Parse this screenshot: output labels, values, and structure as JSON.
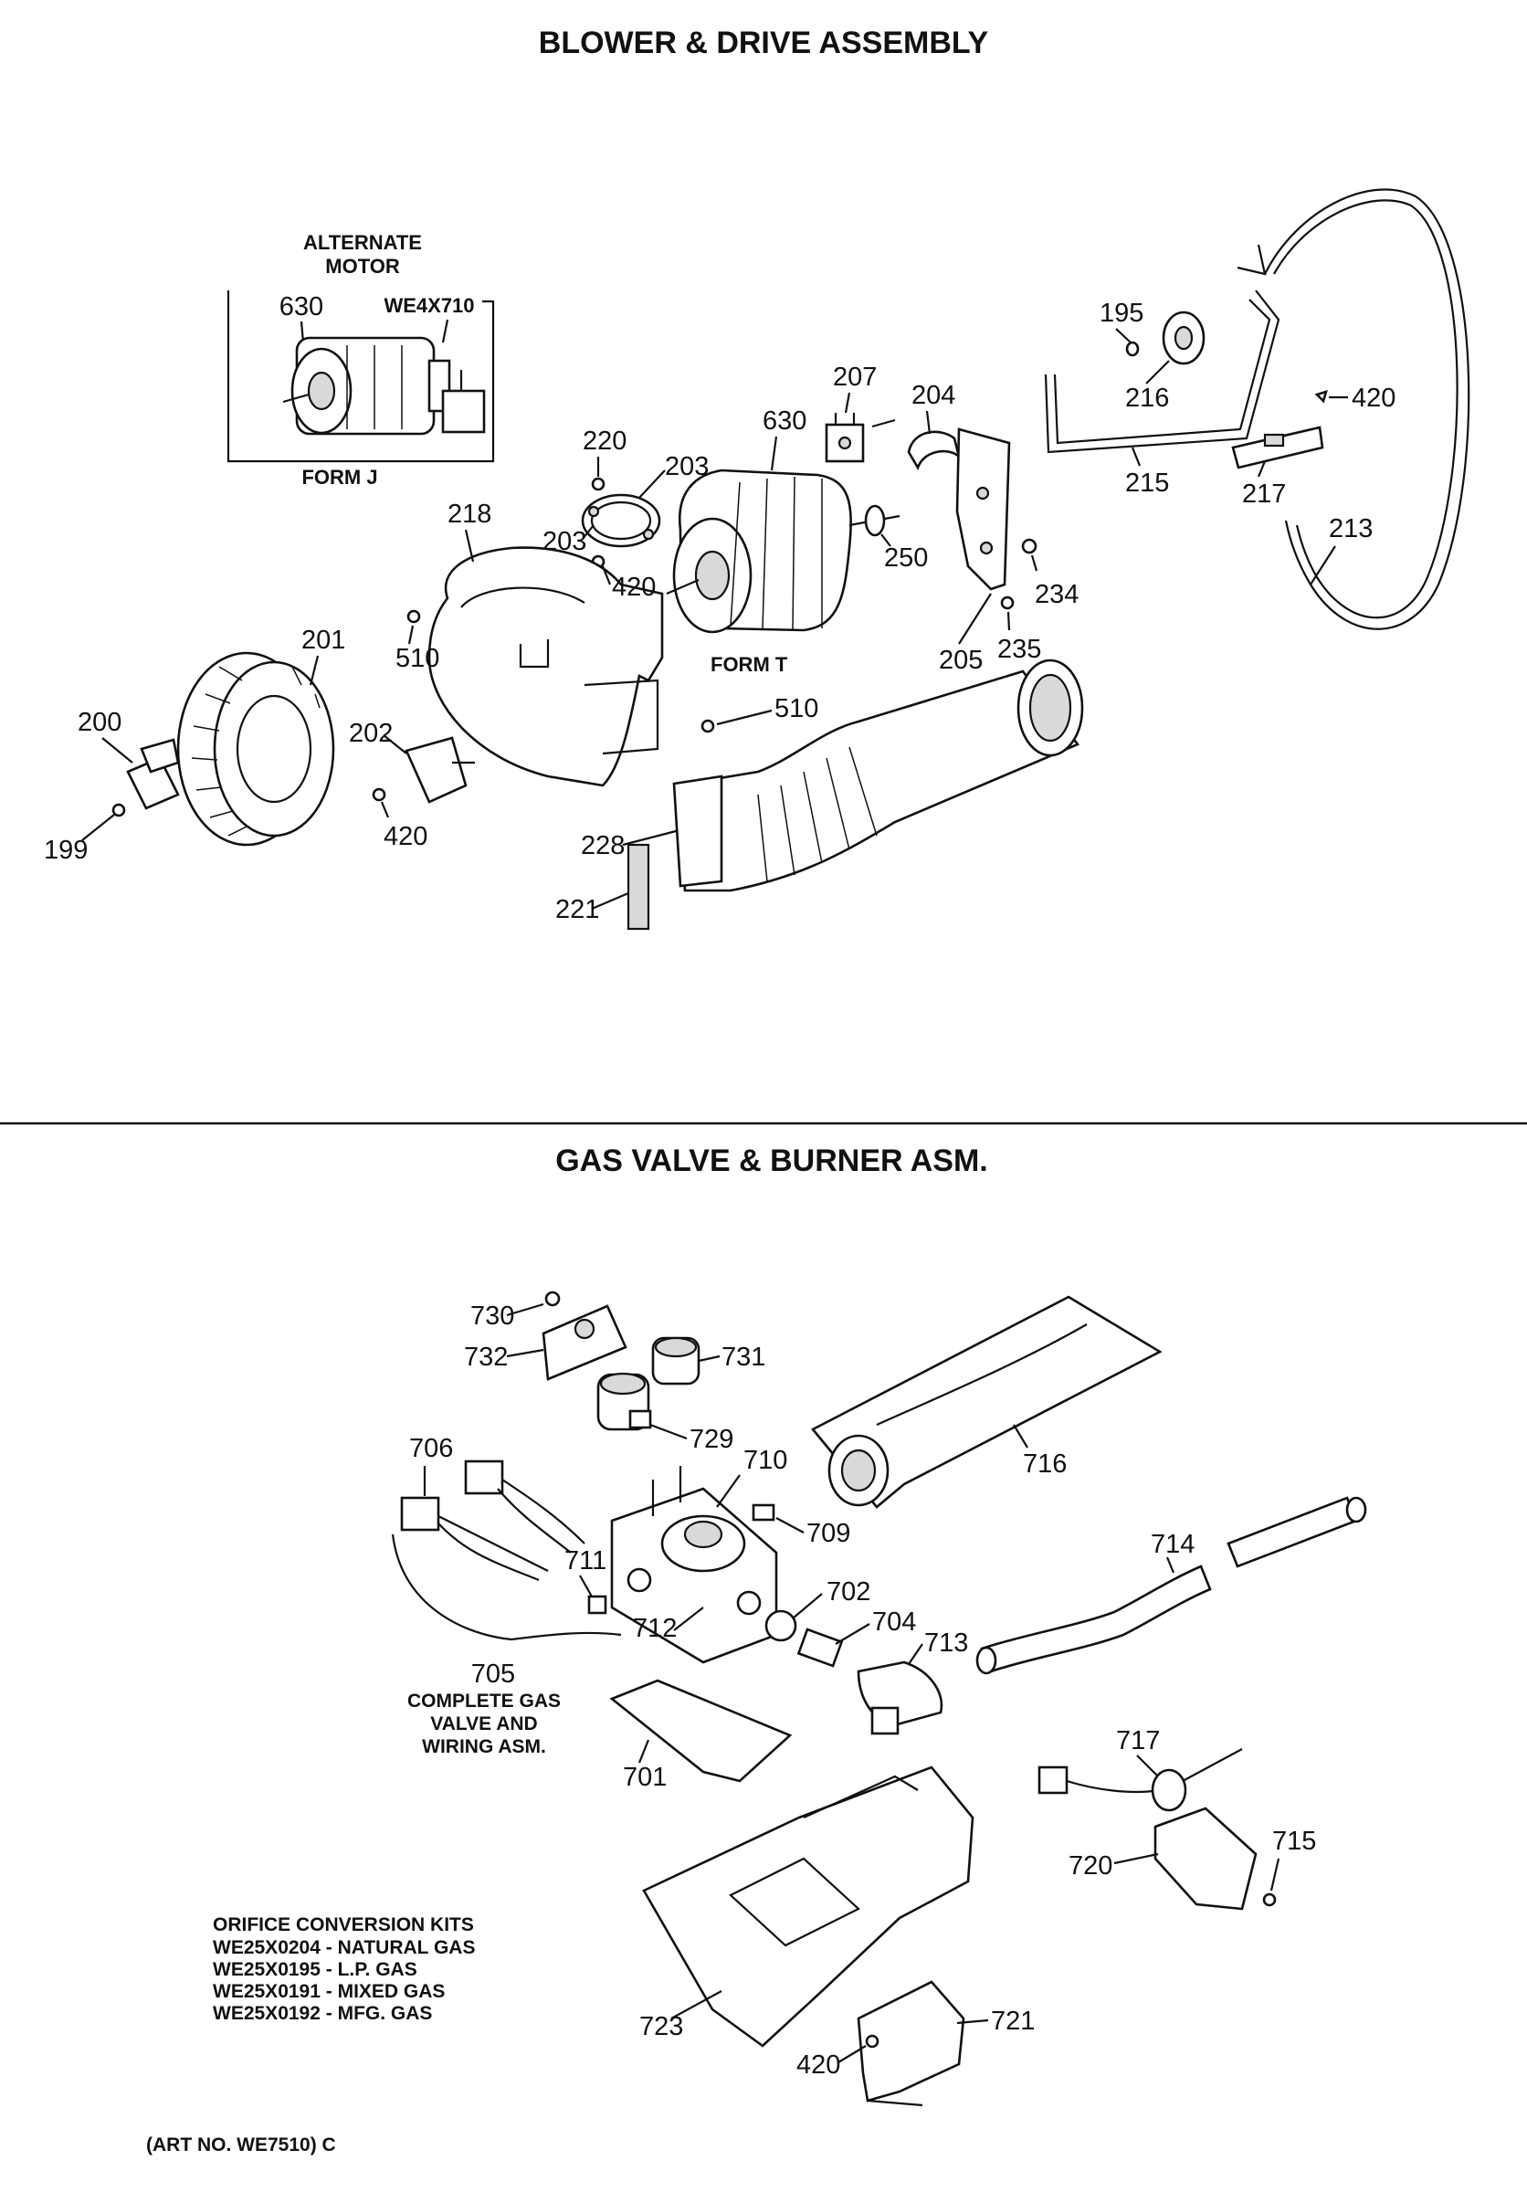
{
  "sections": {
    "blower": {
      "title": "BLOWER & DRIVE ASSEMBLY"
    },
    "gas": {
      "title": "GAS VALVE & BURNER ASM."
    }
  },
  "alternate_motor": {
    "caption_line1": "ALTERNATE",
    "caption_line2": "MOTOR",
    "form": "FORM J",
    "part_number": "WE4X710"
  },
  "form_t": "FORM T",
  "callouts": {
    "c630a": "630",
    "c195": "195",
    "c207": "207",
    "c204": "204",
    "c216": "216",
    "c420a": "420",
    "c220": "220",
    "c203a": "203",
    "c630b": "630",
    "c215": "215",
    "c217": "217",
    "c218": "218",
    "c203b": "203",
    "c250": "250",
    "c420b": "420",
    "c213": "213",
    "c234": "234",
    "c201": "201",
    "c510a": "510",
    "c205": "205",
    "c235": "235",
    "c510b": "510",
    "c200": "200",
    "c202": "202",
    "c199": "199",
    "c420c": "420",
    "c228": "228",
    "c221": "221",
    "c730": "730",
    "c732": "732",
    "c731": "731",
    "c729": "729",
    "c716": "716",
    "c706": "706",
    "c710": "710",
    "c709": "709",
    "c714": "714",
    "c711": "711",
    "c702": "702",
    "c704": "704",
    "c713": "713",
    "c712": "712",
    "c705": "705",
    "c701": "701",
    "c717": "717",
    "c715": "715",
    "c720": "720",
    "c723": "723",
    "c721": "721",
    "c420d": "420"
  },
  "complete_gas_valve": [
    "COMPLETE GAS",
    "VALVE AND",
    "WIRING ASM."
  ],
  "orifice_kits": {
    "heading": "ORIFICE CONVERSION KITS",
    "items": [
      "WE25X0204 - NATURAL GAS",
      "WE25X0195 - L.P. GAS",
      "WE25X0191 - MIXED GAS",
      "WE25X0192 - MFG. GAS"
    ]
  },
  "art_number": "(ART NO. WE7510) C"
}
